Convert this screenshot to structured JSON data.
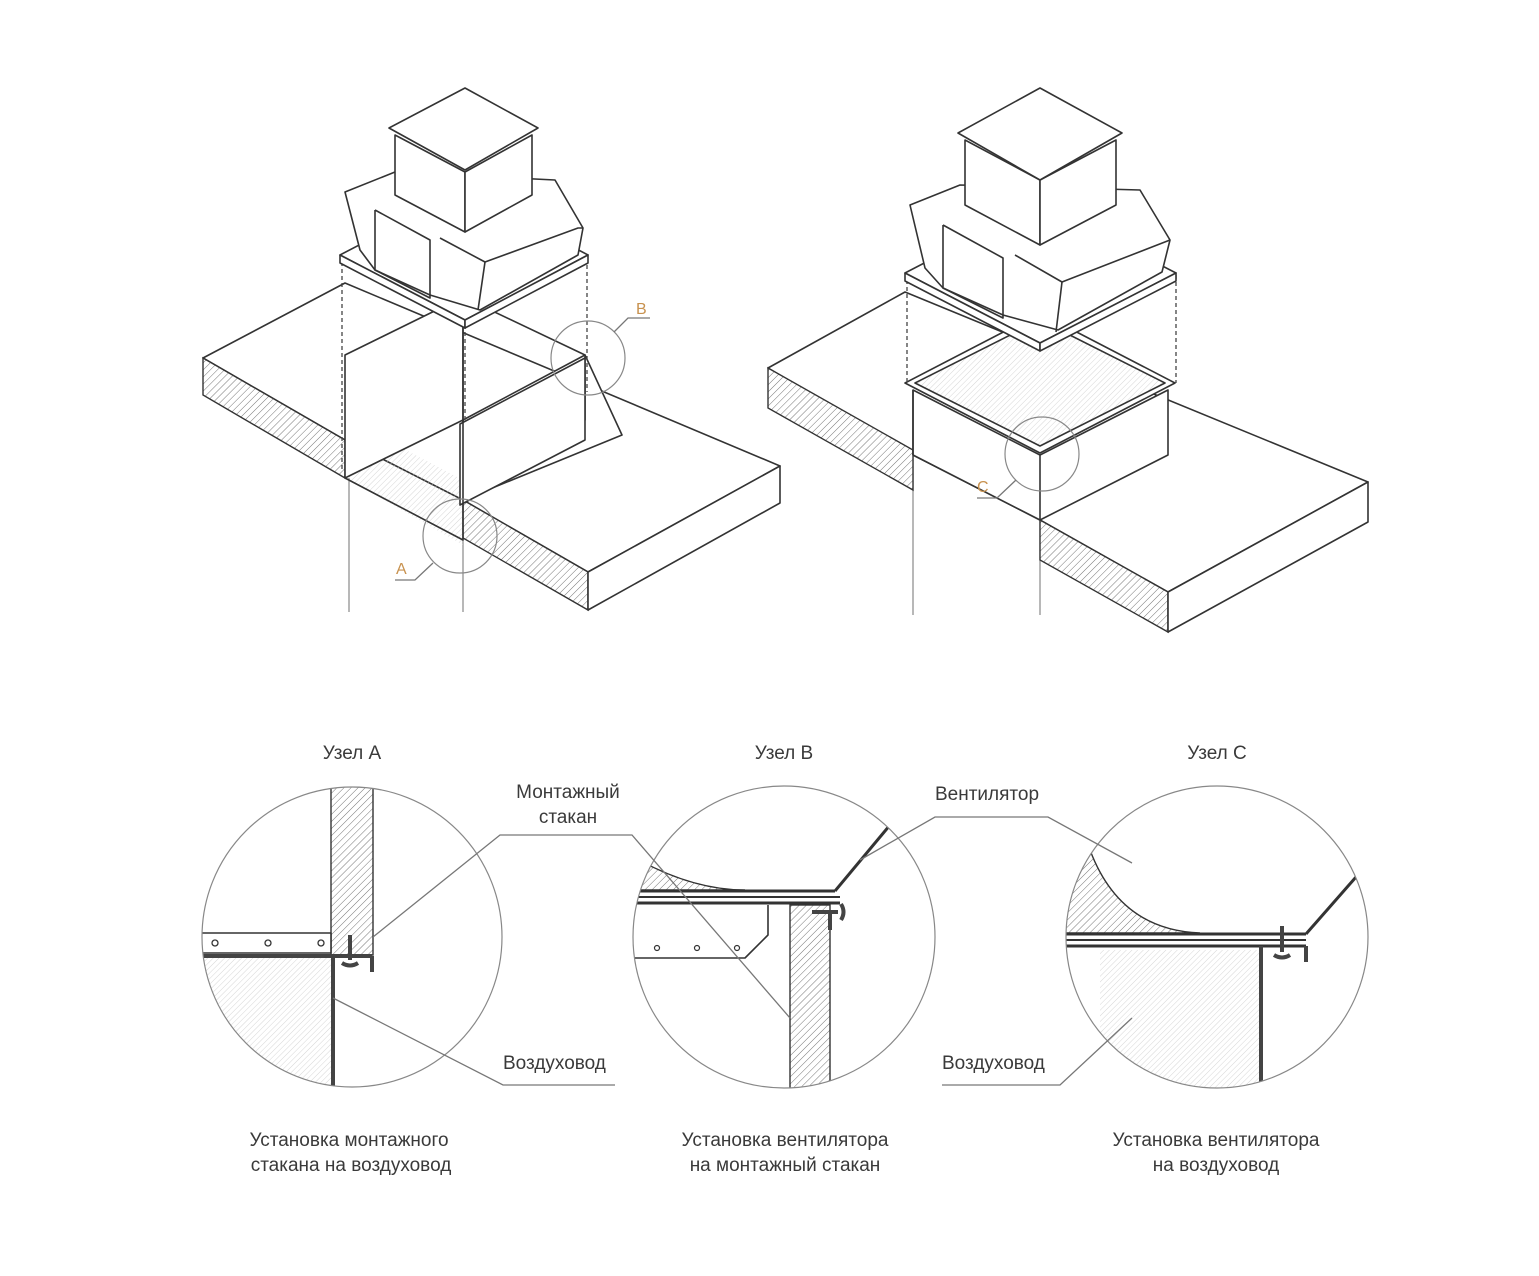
{
  "isometric": {
    "markers": {
      "a": "A",
      "b": "B",
      "c": "C"
    },
    "marker_color": "#c8924f"
  },
  "details": [
    {
      "title": "Узел A",
      "caption": [
        "Установка монтажного",
        "стакана на воздуховод"
      ]
    },
    {
      "title": "Узел B",
      "caption": [
        "Установка вентилятора",
        "на монтажный стакан"
      ]
    },
    {
      "title": "Узел C",
      "caption": [
        "Установка вентилятора",
        "на воздуховод"
      ]
    }
  ],
  "callouts": {
    "mounting_sleeve": [
      "Монтажный",
      "стакан"
    ],
    "duct_left": "Воздуховод",
    "fan": "Вентилятор",
    "duct_right": "Воздуховод"
  }
}
